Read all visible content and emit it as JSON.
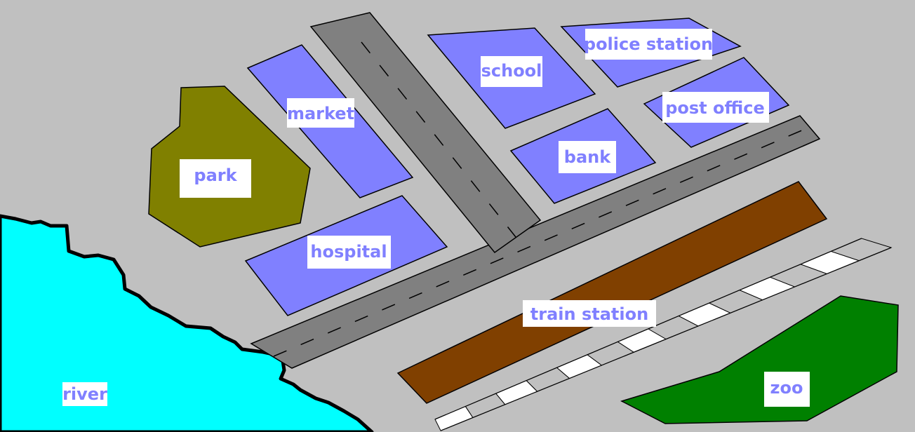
{
  "colors": {
    "background": "#c0c0c0",
    "building": "#8080ff",
    "road": "#808080",
    "road_marking": "#000000",
    "river": "#00ffff",
    "park": "#808000",
    "zoo": "#008000",
    "train_station": "#804000",
    "label_text": "#8080ff",
    "label_box": "#ffffff"
  },
  "places": {
    "police_station": "police station",
    "school": "school",
    "post_office": "post office",
    "market": "market",
    "bank": "bank",
    "park": "park",
    "hospital": "hospital",
    "train_station": "train station",
    "zoo": "zoo",
    "river": "river"
  }
}
